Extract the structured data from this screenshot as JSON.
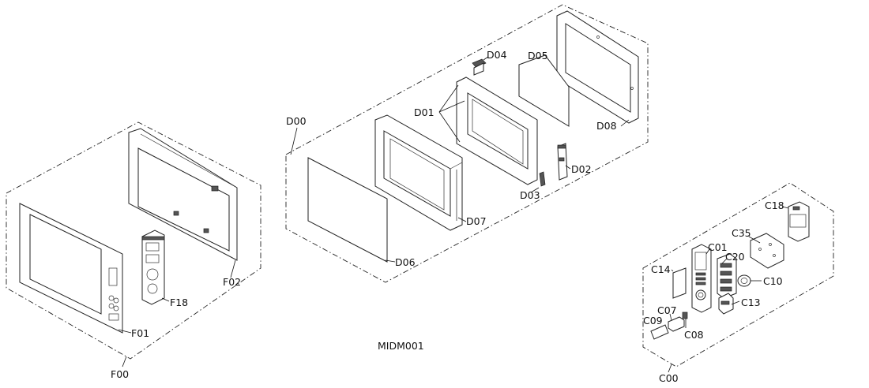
{
  "diagram_id": "MIDM001",
  "groups": {
    "F00": {
      "label": "F00",
      "parts": {
        "F01": "F01",
        "F02": "F02",
        "F18": "F18"
      }
    },
    "D00": {
      "label": "D00",
      "parts": {
        "D01": "D01",
        "D02": "D02",
        "D03": "D03",
        "D04": "D04",
        "D05": "D05",
        "D06": "D06",
        "D07": "D07",
        "D08": "D08"
      }
    },
    "C00": {
      "label": "C00",
      "parts": {
        "C01": "C01",
        "C07": "C07",
        "C08": "C08",
        "C09": "C09",
        "C10": "C10",
        "C13": "C13",
        "C14": "C14",
        "C18": "C18",
        "C20": "C20",
        "C35": "C35"
      }
    }
  },
  "colors": {
    "line": "#222222",
    "background": "#ffffff"
  }
}
